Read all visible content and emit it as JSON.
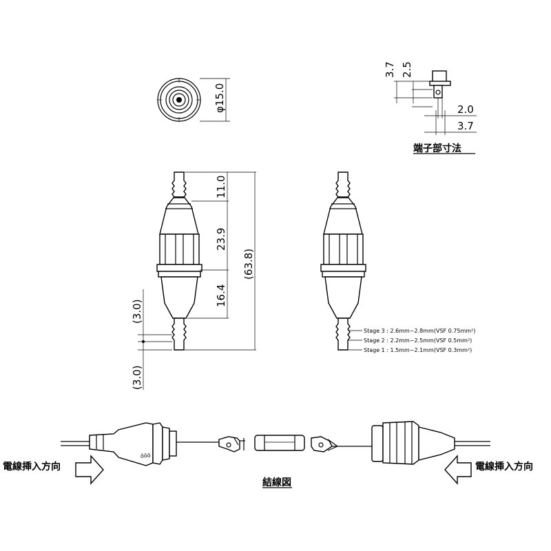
{
  "dimensions": {
    "diameter": "φ15.0",
    "terminal_3_7_top": "3.7",
    "terminal_2_5": "2.5",
    "terminal_2_0": "2.0",
    "terminal_3_7_bottom": "3.7",
    "top_length": "11.0",
    "middle_length": "23.9",
    "lower_length": "16.4",
    "overall_length": "(63.8)",
    "stub_upper": "(3.0)",
    "stub_lower": "(3.0)"
  },
  "labels": {
    "terminal_section": "端子部寸法",
    "connection_diagram": "結線図",
    "wire_insert_left": "電線挿入方向",
    "wire_insert_right": "電線挿入方向"
  },
  "stages": [
    "Stage 3 : 2.6mm~2.8mm(VSF 0.75mm²)",
    "Stage 2 : 2.2mm~2.5mm(VSF 0.5mm²)",
    "Stage 1 : 1.5mm~2.1mm(VSF 0.3mm²)"
  ]
}
